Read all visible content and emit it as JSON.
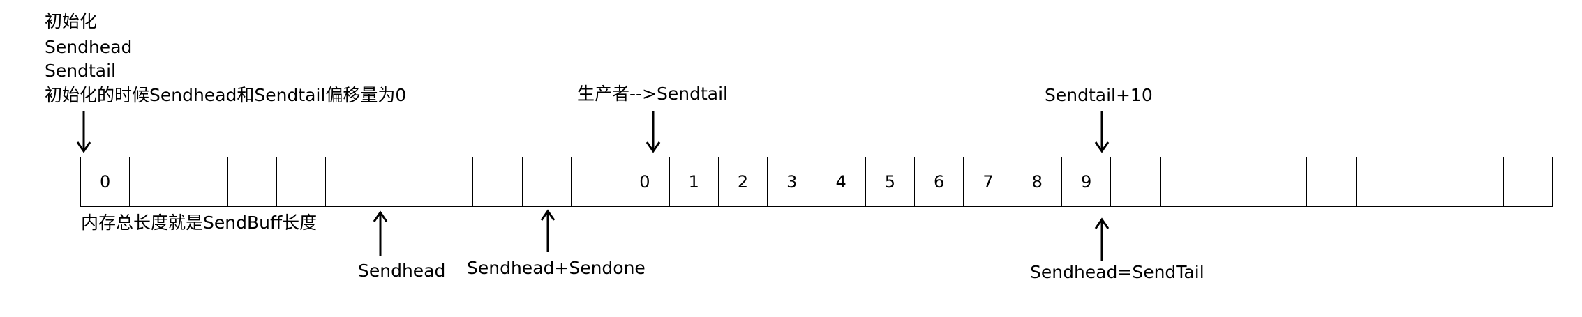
{
  "init": {
    "title": "初始化",
    "sendhead": "Sendhead",
    "sendtail": "Sendtail",
    "note": "初始化的时候Sendhead和Sendtail偏移量为0"
  },
  "producer_label": "生产者-->Sendtail",
  "tail_plus_label": "Sendtail+10",
  "memory_label": "内存总长度就是SendBuff长度",
  "sendhead_label": "Sendhead",
  "sendhead_sendone_label": "Sendhead+Sendone",
  "head_eq_tail_label": "Sendhead=SendTail",
  "buffer_cells": [
    "0",
    "",
    "",
    "",
    "",
    "",
    "",
    "",
    "",
    "",
    "",
    "0",
    "1",
    "2",
    "3",
    "4",
    "5",
    "6",
    "7",
    "8",
    "9",
    "",
    "",
    "",
    "",
    "",
    "",
    "",
    "",
    ""
  ]
}
